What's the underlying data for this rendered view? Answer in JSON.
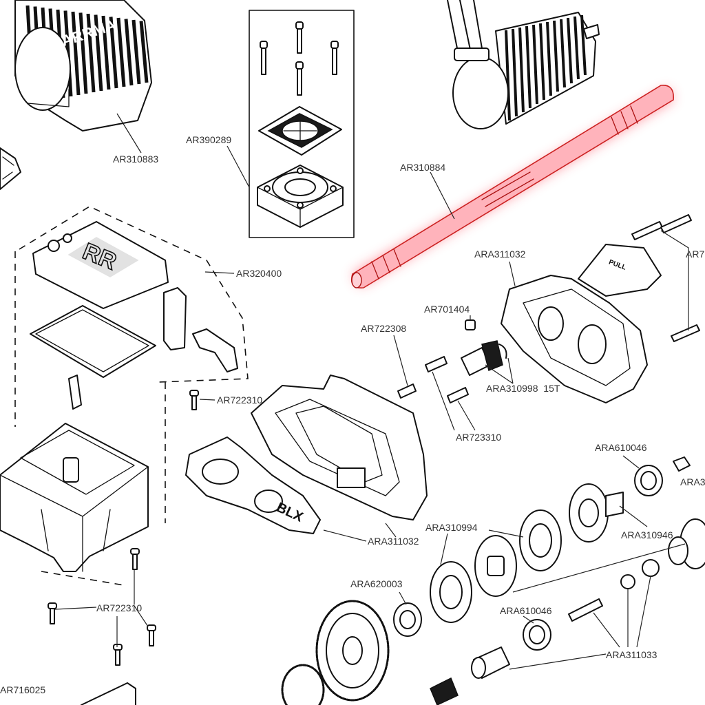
{
  "labels": {
    "ar310883": "AR310883",
    "ar390289": "AR390289",
    "ar310884": "AR310884",
    "ar320400": "AR320400",
    "ara311032_top": "ARA311032",
    "ar701404": "AR701404",
    "ar722308": "AR722308",
    "ara310998": "ARA310998  15T",
    "ar722310_mid": "AR722310",
    "ar723310": "AR723310",
    "ara610046_top": "ARA610046",
    "ara3_right": "ARA3",
    "ar7_right": "AR7",
    "ara310994": "ARA310994",
    "ara310946": "ARA310946",
    "ara311032_bottom": "ARA311032",
    "ara620003": "ARA620003",
    "ara610046_bottom": "ARA610046",
    "ar722310_bottom": "AR722310",
    "ara311033": "ARA311033",
    "ar716025": "AR716025"
  },
  "logos": {
    "heatsink_brand": "ARRMA",
    "bottom_plate_text": "BLX"
  },
  "highlight": {
    "part": "AR310884",
    "color": "#ff3b4e"
  }
}
